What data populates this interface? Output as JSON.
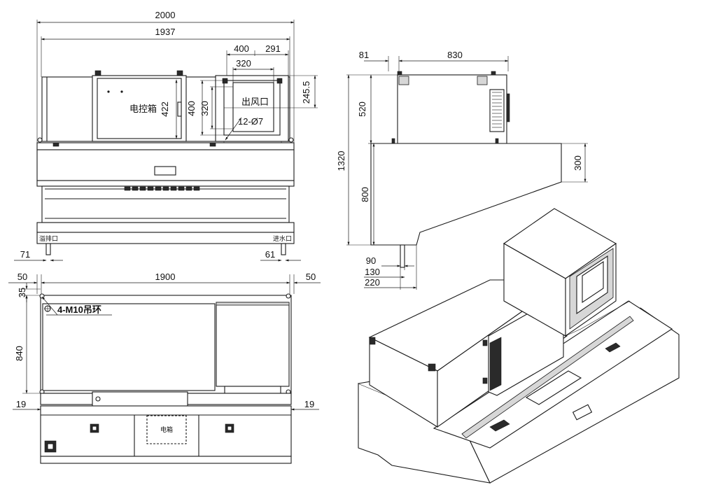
{
  "front_view": {
    "dim_total_width": "2000",
    "dim_inner_width": "1937",
    "dim_outlet_width": "400",
    "dim_outlet_offset": "291",
    "dim_outlet_inner": "320",
    "dim_box_height": "422",
    "dim_outlet_height": "400",
    "dim_outlet_inner_height": "320",
    "dim_outlet_top": "245.5",
    "dim_flange_width": "422",
    "label_control_box": "电控箱",
    "label_outlet": "出风口",
    "label_holes": "12-Ø7",
    "label_overflow": "溢排口",
    "label_water_inlet": "进水口",
    "dim_left_foot": "71",
    "dim_right_foot": "61"
  },
  "side_view": {
    "dim_offset": "81",
    "dim_depth": "830",
    "dim_upper_height": "520",
    "dim_total_height": "1320",
    "dim_lower_height": "800",
    "dim_front_height": "300",
    "dim_foot_90": "90",
    "dim_foot_130": "130",
    "dim_foot_220": "220"
  },
  "top_view": {
    "dim_left_margin": "50",
    "dim_width": "1900",
    "dim_right_margin": "50",
    "dim_edge": "35",
    "label_hooks": "4-M10吊环",
    "dim_depth": "840",
    "dim_left_bottom": "19",
    "dim_right_bottom": "19",
    "label_electric_box": "电箱"
  }
}
